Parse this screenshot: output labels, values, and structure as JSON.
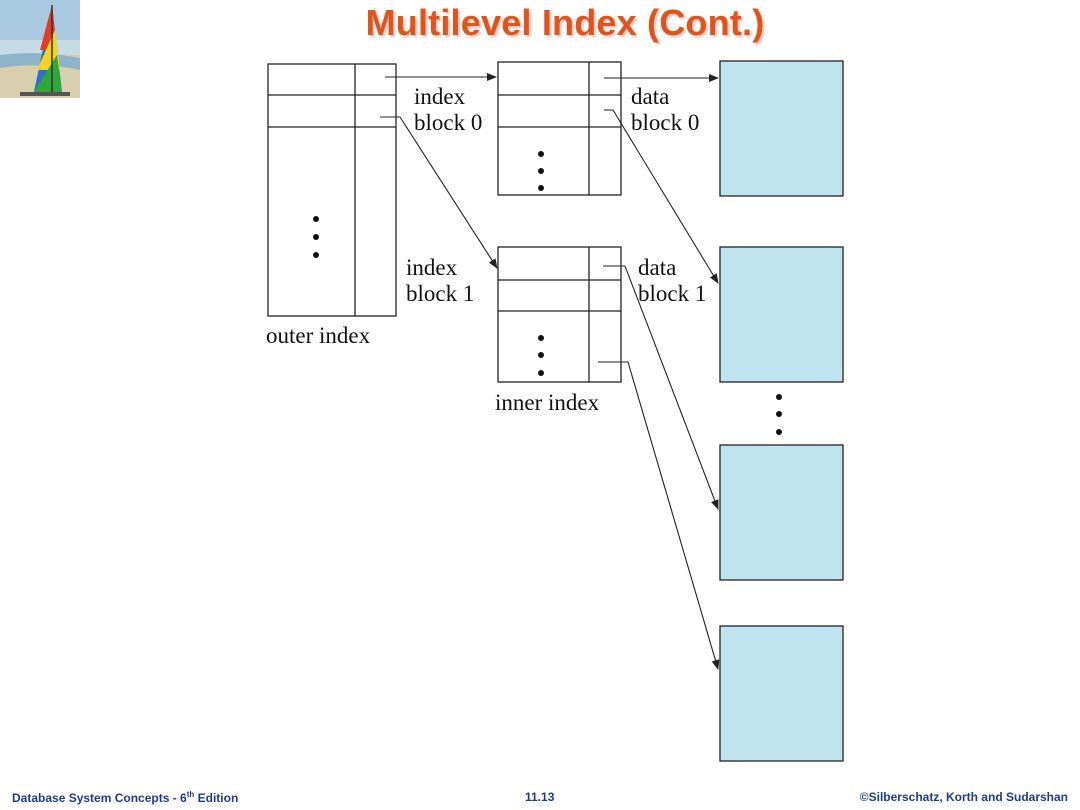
{
  "title": "Multilevel Index (Cont.)",
  "labels": {
    "index_block_0_line1": "index",
    "index_block_0_line2": "block 0",
    "data_block_0_line1": "data",
    "data_block_0_line2": "block 0",
    "index_block_1_line1": "index",
    "index_block_1_line2": "block 1",
    "data_block_1_line1": "data",
    "data_block_1_line2": "block 1",
    "outer_index": "outer index",
    "inner_index": "inner index"
  },
  "colors": {
    "title": "#e0531a",
    "data_block_fill": "#bfe4ef",
    "footer_text": "#1f3a8a"
  },
  "footer": {
    "left_main": "Database System Concepts - 6",
    "left_sup": "th",
    "left_tail": " Edition",
    "center": "11.13",
    "right": "©Silberschatz, Korth and Sudarshan"
  }
}
